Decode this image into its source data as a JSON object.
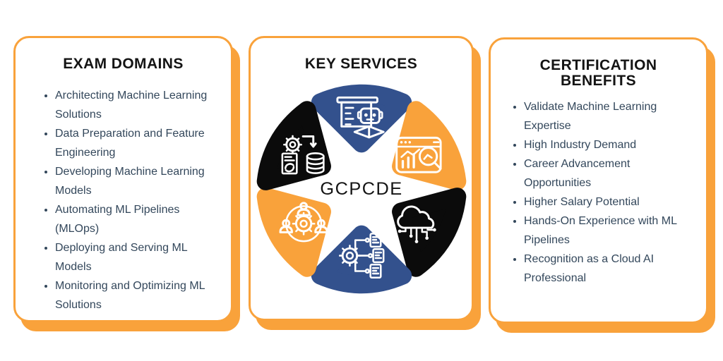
{
  "colors": {
    "orange": "#F9A23B",
    "blue": "#33518D",
    "black": "#0B0B0B",
    "ink": "#33475B",
    "title": "#141414",
    "white": "#FFFFFF"
  },
  "left_card": {
    "title": "EXAM DOMAINS",
    "items": [
      "Architecting Machine Learning Solutions",
      "Data Preparation and Feature Engineering",
      "Developing Machine Learning Models",
      "Automating ML Pipelines (MLOps)",
      "Deploying and Serving ML Models",
      "Monitoring and Optimizing ML Solutions"
    ]
  },
  "center_card": {
    "title": "KEY SERVICES",
    "center_label": "GCPCDE",
    "petals": [
      {
        "position": "top",
        "color": "blue",
        "icon": "robot-training-icon"
      },
      {
        "position": "top-right",
        "color": "orange",
        "icon": "analytics-search-icon"
      },
      {
        "position": "bottom-right",
        "color": "black",
        "icon": "cloud-network-icon"
      },
      {
        "position": "bottom",
        "color": "blue",
        "icon": "pipeline-documents-icon"
      },
      {
        "position": "bottom-left",
        "color": "orange",
        "icon": "team-gear-icon"
      },
      {
        "position": "top-left",
        "color": "black",
        "icon": "data-processing-icon"
      }
    ]
  },
  "right_card": {
    "title": "CERTIFICATION BENEFITS",
    "items": [
      "Validate Machine Learning Expertise",
      "High Industry Demand",
      "Career Advancement Opportunities",
      "Higher Salary Potential",
      "Hands-On Experience with ML Pipelines",
      "Recognition as a Cloud AI Professional"
    ]
  }
}
